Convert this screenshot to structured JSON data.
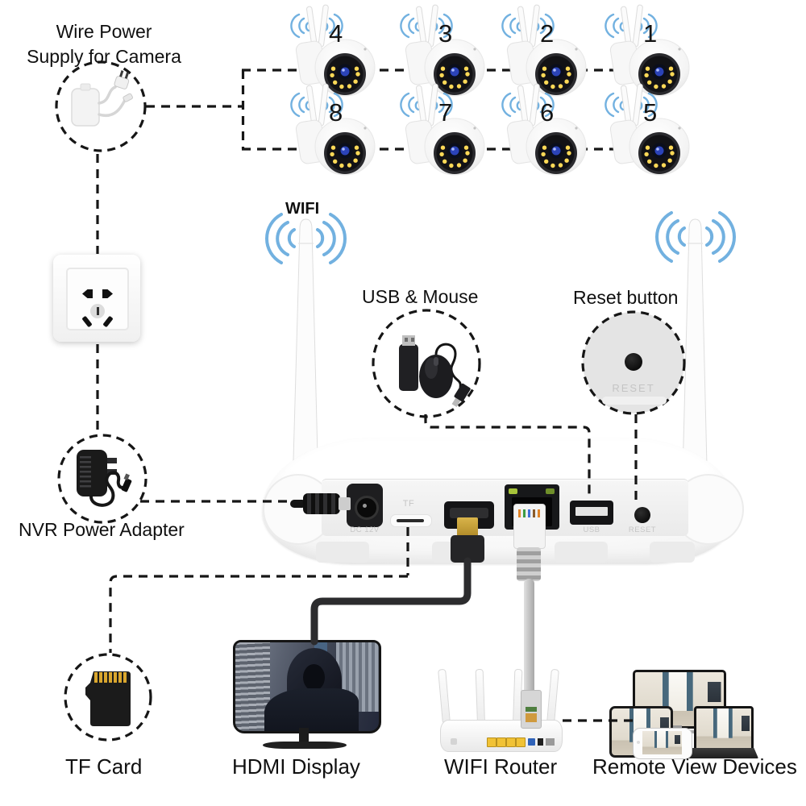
{
  "labels": {
    "wire_power_line1": "Wire Power",
    "wire_power_line2": "Supply for Camera",
    "wifi": "WIFI",
    "usb_mouse": "USB & Mouse",
    "reset_button": "Reset button",
    "nvr_power_adapter": "NVR Power Adapter",
    "tf_card": "TF Card",
    "hdmi_display": "HDMI Display",
    "wifi_router": "WIFI Router",
    "remote_view_devices": "Remote View Devices"
  },
  "cameras": {
    "numbers": [
      "4",
      "3",
      "2",
      "1",
      "8",
      "7",
      "6",
      "5"
    ]
  },
  "nvr": {
    "port_labels": {
      "dc": "DC 12V",
      "tf": "TF",
      "usb": "USB",
      "reset": "RESET"
    },
    "reset_zoom_label": "RESET"
  },
  "colors": {
    "wifi_signal_blue": "#72b1e0",
    "camera_led_yellow": "#ffd957",
    "router_port_yellow": "#f1c235",
    "dashed_line_black": "#161616"
  }
}
